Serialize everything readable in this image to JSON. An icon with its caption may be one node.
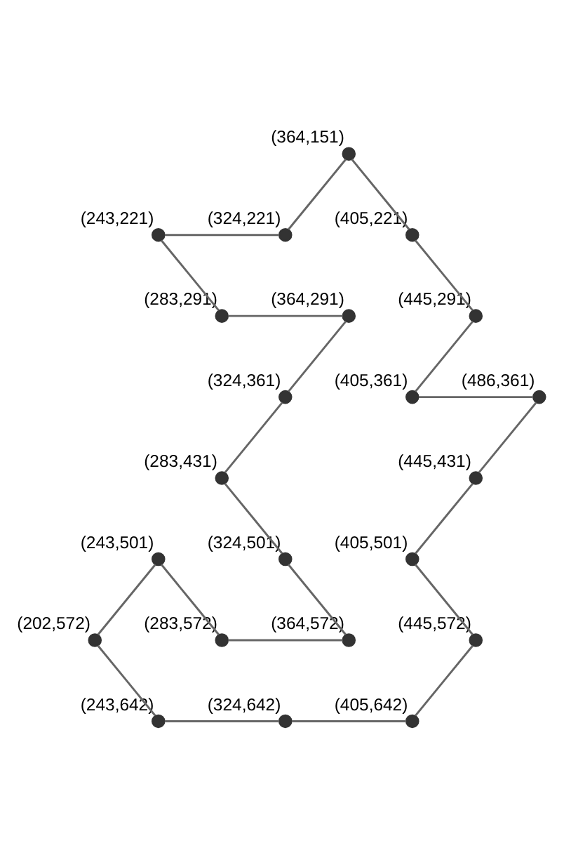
{
  "diagram": {
    "nodes": [
      {
        "text": [],
        "shape": "circle",
        "beside": [
          "(364,151)"
        ]
      },
      {
        "text": [],
        "shape": "circle",
        "beside": [
          "(243,221)"
        ]
      },
      {
        "text": [],
        "shape": "circle",
        "beside": [
          "(324,221)"
        ]
      },
      {
        "text": [],
        "shape": "circle",
        "beside": [
          "(405,221)"
        ]
      },
      {
        "text": [],
        "shape": "circle",
        "beside": [
          "(283,291)"
        ]
      },
      {
        "text": [],
        "shape": "circle",
        "beside": [
          "(364,291)"
        ]
      },
      {
        "text": [],
        "shape": "circle",
        "beside": [
          "(445,291)"
        ]
      },
      {
        "text": [],
        "shape": "circle",
        "beside": [
          "(324,361)"
        ]
      },
      {
        "text": [],
        "shape": "circle",
        "beside": [
          "(405,361)"
        ]
      },
      {
        "text": [],
        "shape": "circle",
        "beside": [
          "(486,361)"
        ]
      },
      {
        "text": [],
        "shape": "circle",
        "beside": [
          "(283,431)"
        ]
      },
      {
        "text": [],
        "shape": "circle",
        "beside": [
          "(445,431)"
        ]
      },
      {
        "text": [],
        "shape": "circle",
        "beside": [
          "(243,501)"
        ]
      },
      {
        "text": [],
        "shape": "circle",
        "beside": [
          "(324,501)"
        ]
      },
      {
        "text": [],
        "shape": "circle",
        "beside": [
          "(405,501)"
        ]
      },
      {
        "text": [],
        "shape": "circle",
        "beside": [
          "(202,572)"
        ]
      },
      {
        "text": [],
        "shape": "circle",
        "beside": [
          "(283,572)"
        ]
      },
      {
        "text": [],
        "shape": "circle",
        "beside": [
          "(364,572)"
        ]
      },
      {
        "text": [],
        "shape": "circle",
        "beside": [
          "(445,572)"
        ]
      },
      {
        "text": [],
        "shape": "circle",
        "beside": [
          "(243,642)"
        ]
      },
      {
        "text": [],
        "shape": "circle",
        "beside": [
          "(324,642)"
        ]
      },
      {
        "text": [],
        "shape": "circle",
        "beside": [
          "(405,642)"
        ]
      }
    ],
    "edges": [
      {
        "from": 0,
        "to": 2,
        "arrow": "none"
      },
      {
        "from": 0,
        "to": 3,
        "arrow": "none"
      },
      {
        "from": 1,
        "to": 2,
        "arrow": "none"
      },
      {
        "from": 1,
        "to": 4,
        "arrow": "none"
      },
      {
        "from": 4,
        "to": 5,
        "arrow": "none"
      },
      {
        "from": 5,
        "to": 7,
        "arrow": "none"
      },
      {
        "from": 3,
        "to": 6,
        "arrow": "none"
      },
      {
        "from": 6,
        "to": 8,
        "arrow": "none"
      },
      {
        "from": 8,
        "to": 9,
        "arrow": "none"
      },
      {
        "from": 7,
        "to": 10,
        "arrow": "none"
      },
      {
        "from": 9,
        "to": 11,
        "arrow": "none"
      },
      {
        "from": 10,
        "to": 13,
        "arrow": "none"
      },
      {
        "from": 11,
        "to": 14,
        "arrow": "none"
      },
      {
        "from": 13,
        "to": 17,
        "arrow": "none"
      },
      {
        "from": 14,
        "to": 18,
        "arrow": "none"
      },
      {
        "from": 12,
        "to": 15,
        "arrow": "none"
      },
      {
        "from": 12,
        "to": 16,
        "arrow": "none"
      },
      {
        "from": 16,
        "to": 17,
        "arrow": "none"
      },
      {
        "from": 15,
        "to": 19,
        "arrow": "none"
      },
      {
        "from": 19,
        "to": 20,
        "arrow": "none"
      },
      {
        "from": 20,
        "to": 21,
        "arrow": "none"
      },
      {
        "from": 18,
        "to": 21,
        "arrow": "none"
      }
    ]
  }
}
